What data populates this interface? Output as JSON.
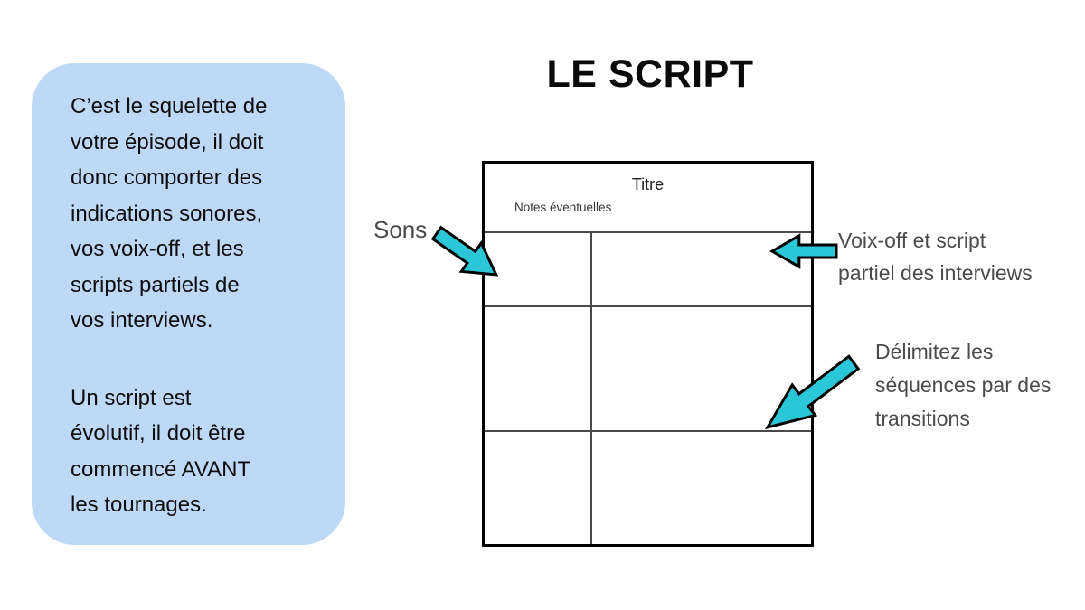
{
  "title": "LE SCRIPT",
  "info_box": {
    "paragraph1_lines": [
      "C’est le squelette de",
      "votre épisode, il doit",
      "donc comporter des",
      "indications sonores,",
      "vos voix-off, et les",
      "scripts partiels de",
      "vos interviews."
    ],
    "paragraph2_lines": [
      "Un script est",
      "évolutif, il doit être",
      "commencé AVANT",
      "les tournages."
    ]
  },
  "table": {
    "title": "Titre",
    "notes": "Notes éventuelles",
    "body_rows": 3,
    "body_columns": 2
  },
  "annotations": [
    {
      "id": "sons",
      "lines": [
        "Sons"
      ],
      "arrow_direction": "down-right"
    },
    {
      "id": "voix-off",
      "lines": [
        "Voix-off et script",
        "partiel des interviews"
      ],
      "arrow_direction": "left"
    },
    {
      "id": "transitions",
      "lines": [
        "Délimitez les",
        "séquences par des",
        "transitions"
      ],
      "arrow_direction": "down-left"
    }
  ],
  "colors": {
    "background": "#ffffff",
    "info_box_bg": "#BED9F7",
    "arrow_fill": "#2BC7D8",
    "arrow_outline": "#000000",
    "label_text": "#4B4B4D",
    "body_text": "#0d0d0d"
  }
}
